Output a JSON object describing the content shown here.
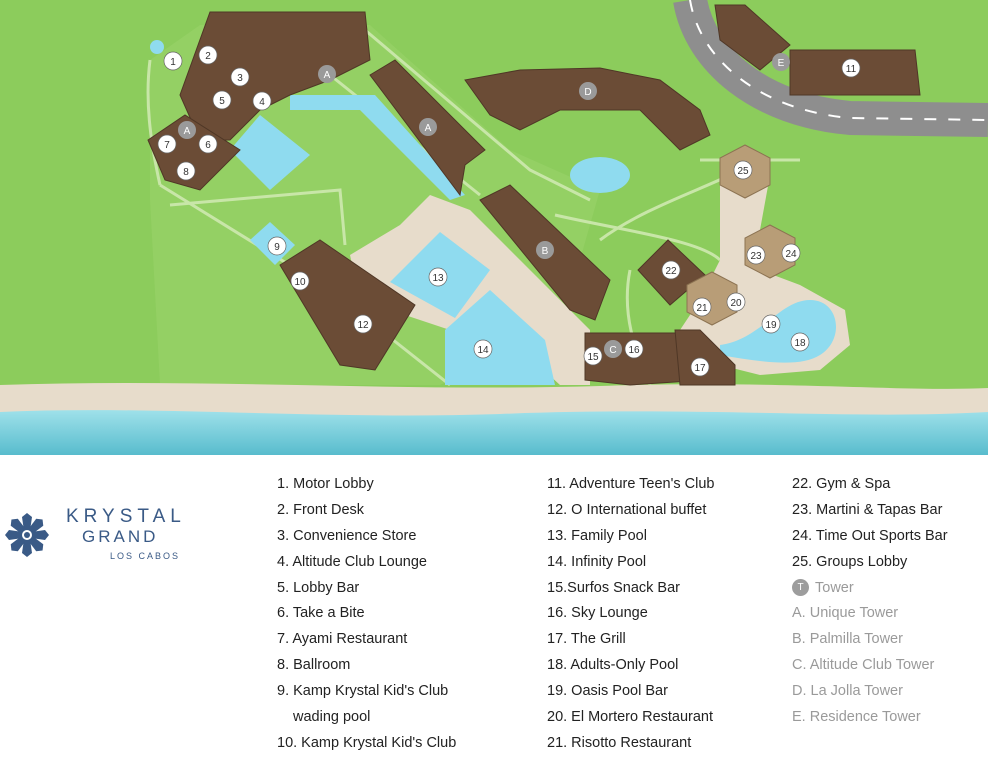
{
  "brand": {
    "name": "KRYSTAL",
    "sub": "GRAND",
    "location": "LOS CABOS"
  },
  "colors": {
    "grass": "#8ccc5c",
    "ocean": "#7fd3e0",
    "sand": "#e7dccb",
    "roof": "#6b4c36",
    "palapa": "#b89d77",
    "pool": "#8fdbef",
    "road": "#8e8e8e",
    "marker_number": "#ffffff",
    "marker_tower": "#9a9a9a",
    "logo_blue": "#3a5a86"
  },
  "map": {
    "number_markers": [
      "1",
      "2",
      "3",
      "4",
      "5",
      "6",
      "7",
      "8",
      "9",
      "10",
      "11",
      "12",
      "13",
      "14",
      "15",
      "16",
      "17",
      "18",
      "19",
      "20",
      "21",
      "22",
      "23",
      "24",
      "25"
    ],
    "tower_markers": [
      "A",
      "A",
      "A",
      "B",
      "C",
      "D",
      "E"
    ]
  },
  "legend": {
    "col1": [
      "1. Motor Lobby",
      "2. Front Desk",
      "3. Convenience Store",
      "4. Altitude Club Lounge",
      "5. Lobby Bar",
      "6. Take a Bite",
      "7. Ayami Restaurant",
      "8. Ballroom",
      "9. Kamp Krystal Kid's Club",
      "wading pool",
      "10. Kamp Krystal Kid's Club"
    ],
    "col2": [
      "11. Adventure Teen's Club",
      "12. O International buffet",
      "13. Family Pool",
      "14. Infinity Pool",
      "15.Surfos Snack Bar",
      "16. Sky Lounge",
      "17. The Grill",
      "18. Adults-Only Pool",
      "19. Oasis Pool Bar",
      "20. El Mortero Restaurant",
      "21. Risotto Restaurant"
    ],
    "col3": [
      "22. Gym & Spa",
      "23. Martini & Tapas Bar",
      "24. Time Out Sports Bar",
      "25. Groups Lobby"
    ],
    "tower_badge": "T",
    "tower_label": "Tower",
    "towers": [
      "A. Unique Tower",
      "B. Palmilla Tower",
      "C. Altitude Club Tower",
      "D. La Jolla Tower",
      "E. Residence Tower"
    ]
  }
}
